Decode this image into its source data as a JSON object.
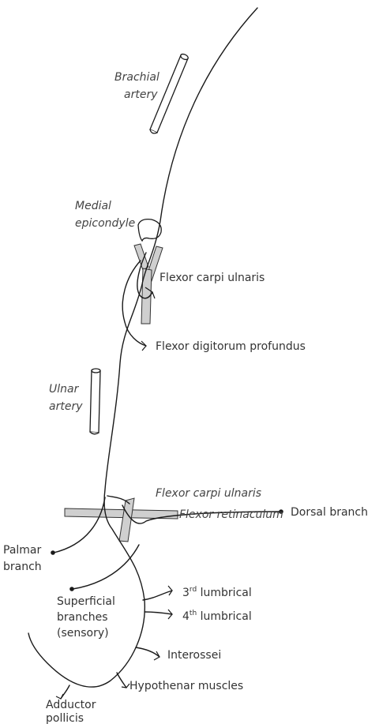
{
  "labels": {
    "brachial_artery_1": "Brachial",
    "brachial_artery_2": "artery",
    "medial_epicondyle_1": "Medial",
    "medial_epicondyle_2": "epicondyle",
    "flexor_carpi_ulnaris_upper": "Flexor carpi ulnaris",
    "flexor_digitorum_profundus": "Flexor digitorum profundus",
    "ulnar_artery_1": "Ulnar",
    "ulnar_artery_2": "artery",
    "flexor_carpi_ulnaris_lower": "Flexor carpi ulnaris",
    "dorsal_branch": "Dorsal branch",
    "flexor_retinaculum": "Flexor retinaculum",
    "palmar_branch_1": "Palmar",
    "palmar_branch_2": "branch",
    "superficial_1": "Superficial",
    "superficial_2": "branches",
    "superficial_3": "(sensory)",
    "lumbrical3_num": "3",
    "lumbrical3_sup": "rd",
    "lumbrical3_text": " lumbrical",
    "lumbrical4_num": "4",
    "lumbrical4_sup": "th",
    "lumbrical4_text": " lumbrical",
    "interossei": "Interossei",
    "hypothenar": "Hypothenar muscles",
    "adductor_1": "Adductor",
    "adductor_2": "pollicis"
  }
}
